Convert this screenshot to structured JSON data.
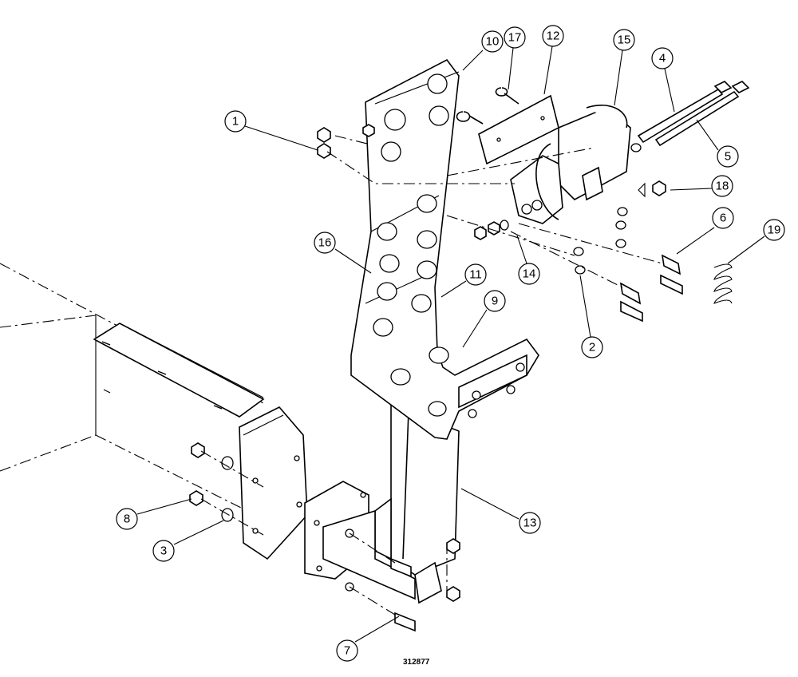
{
  "drawing": {
    "number": "312877"
  },
  "callouts": [
    {
      "id": "1",
      "label": "1"
    },
    {
      "id": "2",
      "label": "2"
    },
    {
      "id": "3",
      "label": "3"
    },
    {
      "id": "4",
      "label": "4"
    },
    {
      "id": "5",
      "label": "5"
    },
    {
      "id": "6",
      "label": "6"
    },
    {
      "id": "7",
      "label": "7"
    },
    {
      "id": "8",
      "label": "8"
    },
    {
      "id": "9",
      "label": "9"
    },
    {
      "id": "10",
      "label": "10"
    },
    {
      "id": "11",
      "label": "11"
    },
    {
      "id": "12",
      "label": "12"
    },
    {
      "id": "13",
      "label": "13"
    },
    {
      "id": "14",
      "label": "14"
    },
    {
      "id": "15",
      "label": "15"
    },
    {
      "id": "16",
      "label": "16"
    },
    {
      "id": "17",
      "label": "17"
    },
    {
      "id": "18",
      "label": "18"
    },
    {
      "id": "19",
      "label": "19"
    }
  ]
}
